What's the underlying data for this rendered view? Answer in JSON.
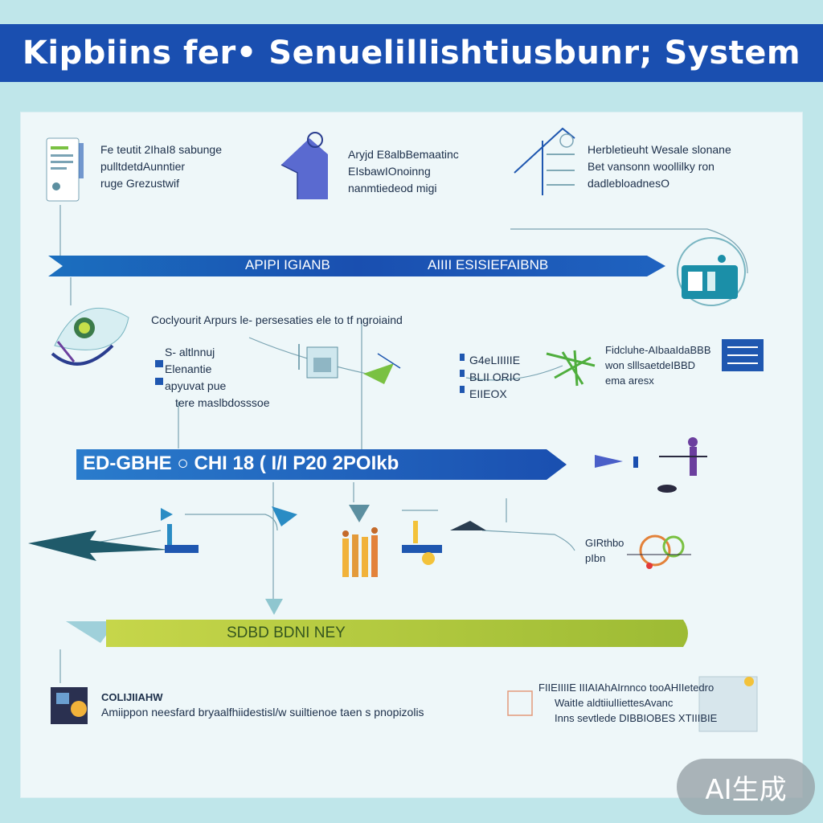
{
  "title": "Kipbiins fer• Senuelillishtiusbunr; System",
  "banners": {
    "api": {
      "left_label": "APIPI IGIANB",
      "right_label": "AIIII ESISIEFAIBNB"
    },
    "middle": {
      "label": "ED-GBHE ○ CHI 18 ( I/I P20 2POIkb"
    },
    "sdbd": {
      "label": "SDBD BDNI NEY"
    }
  },
  "top_row": {
    "block1": [
      "Fe teutit 2IhaI8 sabunge",
      "pulltdetdAunntier",
      "ruge Grezustwif"
    ],
    "block2": [
      "Aryjd E8albBemaatinc",
      "EIsbawIOnoinng",
      "nanmtiedeod migi"
    ],
    "block3": [
      "Herbletieuht Wesale slonane",
      "Bet vansonn woollilky ron",
      "dadlebloadnesO"
    ]
  },
  "middle_row": {
    "description": "Coclyourit   Arpurs le- persesaties  ele  to  tf  ngroiaind",
    "left_list": [
      "S- altlnnuj",
      "Elenantie",
      "apyuvat pue",
      "tere maslbdosssoe"
    ],
    "center_list": [
      "G4eLIIIIIE",
      "BLII ORIC",
      "EIIEOX"
    ],
    "right_list": [
      "Fidcluhe-AIbaaIdaBBB",
      "won  slllsaetdeIBBD",
      "ema aresx"
    ]
  },
  "lower_row": {
    "right_label": [
      "GIRthbo",
      "pIbn"
    ]
  },
  "bottom_row": {
    "heading": "COLIJIIAHW",
    "left_text": "Amiippon  neesfard  bryaalfhiidestisl/w  suiltienoe  taen  s pnopizolis",
    "right_text": [
      "FIIEIIIIE IIIAIAhAIrnnco tooAHIIetedro",
      "WaitIe aldtiiulIiettesAvanc",
      "Inns sevtlede DIBBIOBES XTIIIBIE"
    ]
  },
  "watermark": "AI生成",
  "colors": {
    "background": "#bfe6ea",
    "title_band": "#1a4fb0",
    "banner_blue": "#1f57b0",
    "banner_green": "#a8c23a",
    "panel": "#eef7f9",
    "accent_green": "#7ac142",
    "accent_purple": "#6b3f9e"
  }
}
